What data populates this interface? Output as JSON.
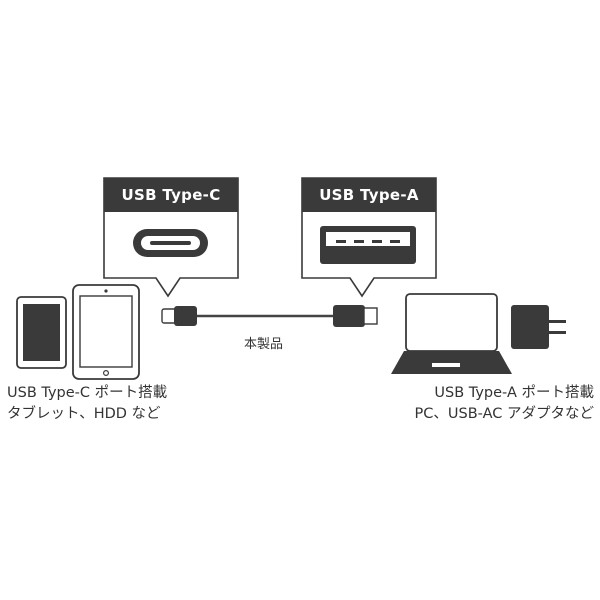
{
  "callouts": {
    "usb_c": {
      "title": "USB Type-C"
    },
    "usb_a": {
      "title": "USB Type-A"
    }
  },
  "cable": {
    "label": "本製品"
  },
  "left_device": {
    "line1": "USB Type-C ポート搭載",
    "line2": "タブレット、HDD など"
  },
  "right_device": {
    "line1": "USB Type-A ポート搭載",
    "line2": "PC、USB-AC アダプタなど"
  },
  "icons": [
    "smartphone-icon",
    "tablet-icon",
    "usb-c-port-icon",
    "usb-a-port-icon",
    "usb-c-plug-icon",
    "usb-a-plug-icon",
    "laptop-icon",
    "ac-adapter-icon"
  ],
  "colors": {
    "dark": "#3a3a3a",
    "line": "#444444",
    "background": "#ffffff"
  }
}
